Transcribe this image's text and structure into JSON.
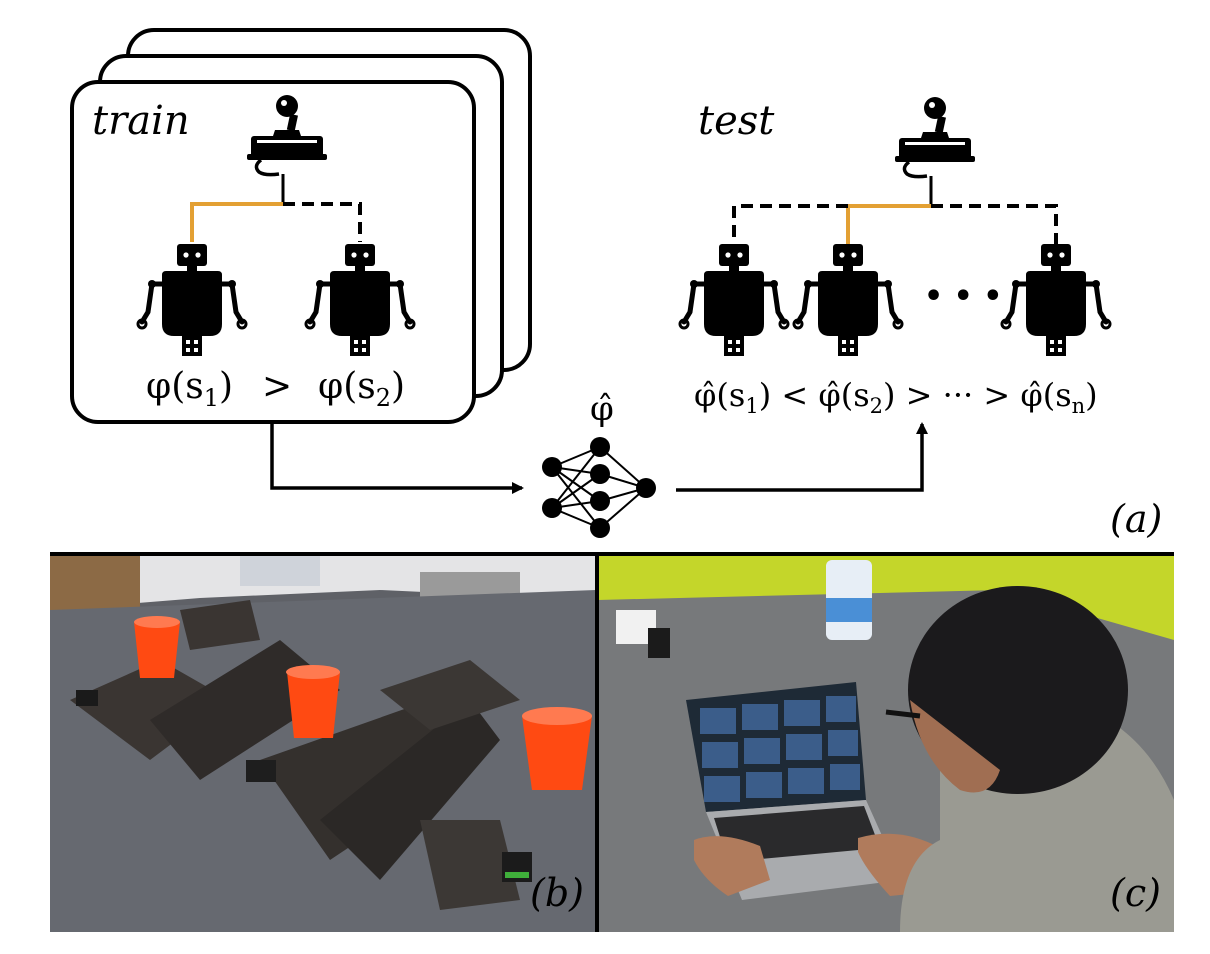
{
  "panel_a": {
    "train_label": "train",
    "test_label": "test",
    "train_math": {
      "left": "φ(s",
      "left_sub": "1",
      "op": ">",
      "right": "φ(s",
      "right_sub": "2"
    },
    "phi_hat_label": "φ̂",
    "test_math": [
      {
        "sym": "φ̂(s",
        "sub": "1"
      },
      {
        "op": "<"
      },
      {
        "sym": "φ̂(s",
        "sub": "2"
      },
      {
        "op": ">"
      },
      {
        "op": "···"
      },
      {
        "op": ">"
      },
      {
        "sym": "φ̂(s",
        "sub": "n"
      }
    ],
    "ellipsis": "• • •",
    "panel_label": "(a)"
  },
  "panel_b": {
    "panel_label": "(b)"
  },
  "panel_c": {
    "panel_label": "(c)"
  },
  "colors": {
    "highlight_wire": "#e3a033",
    "ink": "#000000",
    "bucket_orange": "#ff4a12",
    "carpet_gray": "#5a5c62",
    "wall_green": "#c4d62a",
    "table_gray": "#77797b",
    "hair": "#1b1a1c"
  },
  "icons": [
    "joystick-icon",
    "robot-icon",
    "neural-network-icon",
    "arrow-icon"
  ]
}
